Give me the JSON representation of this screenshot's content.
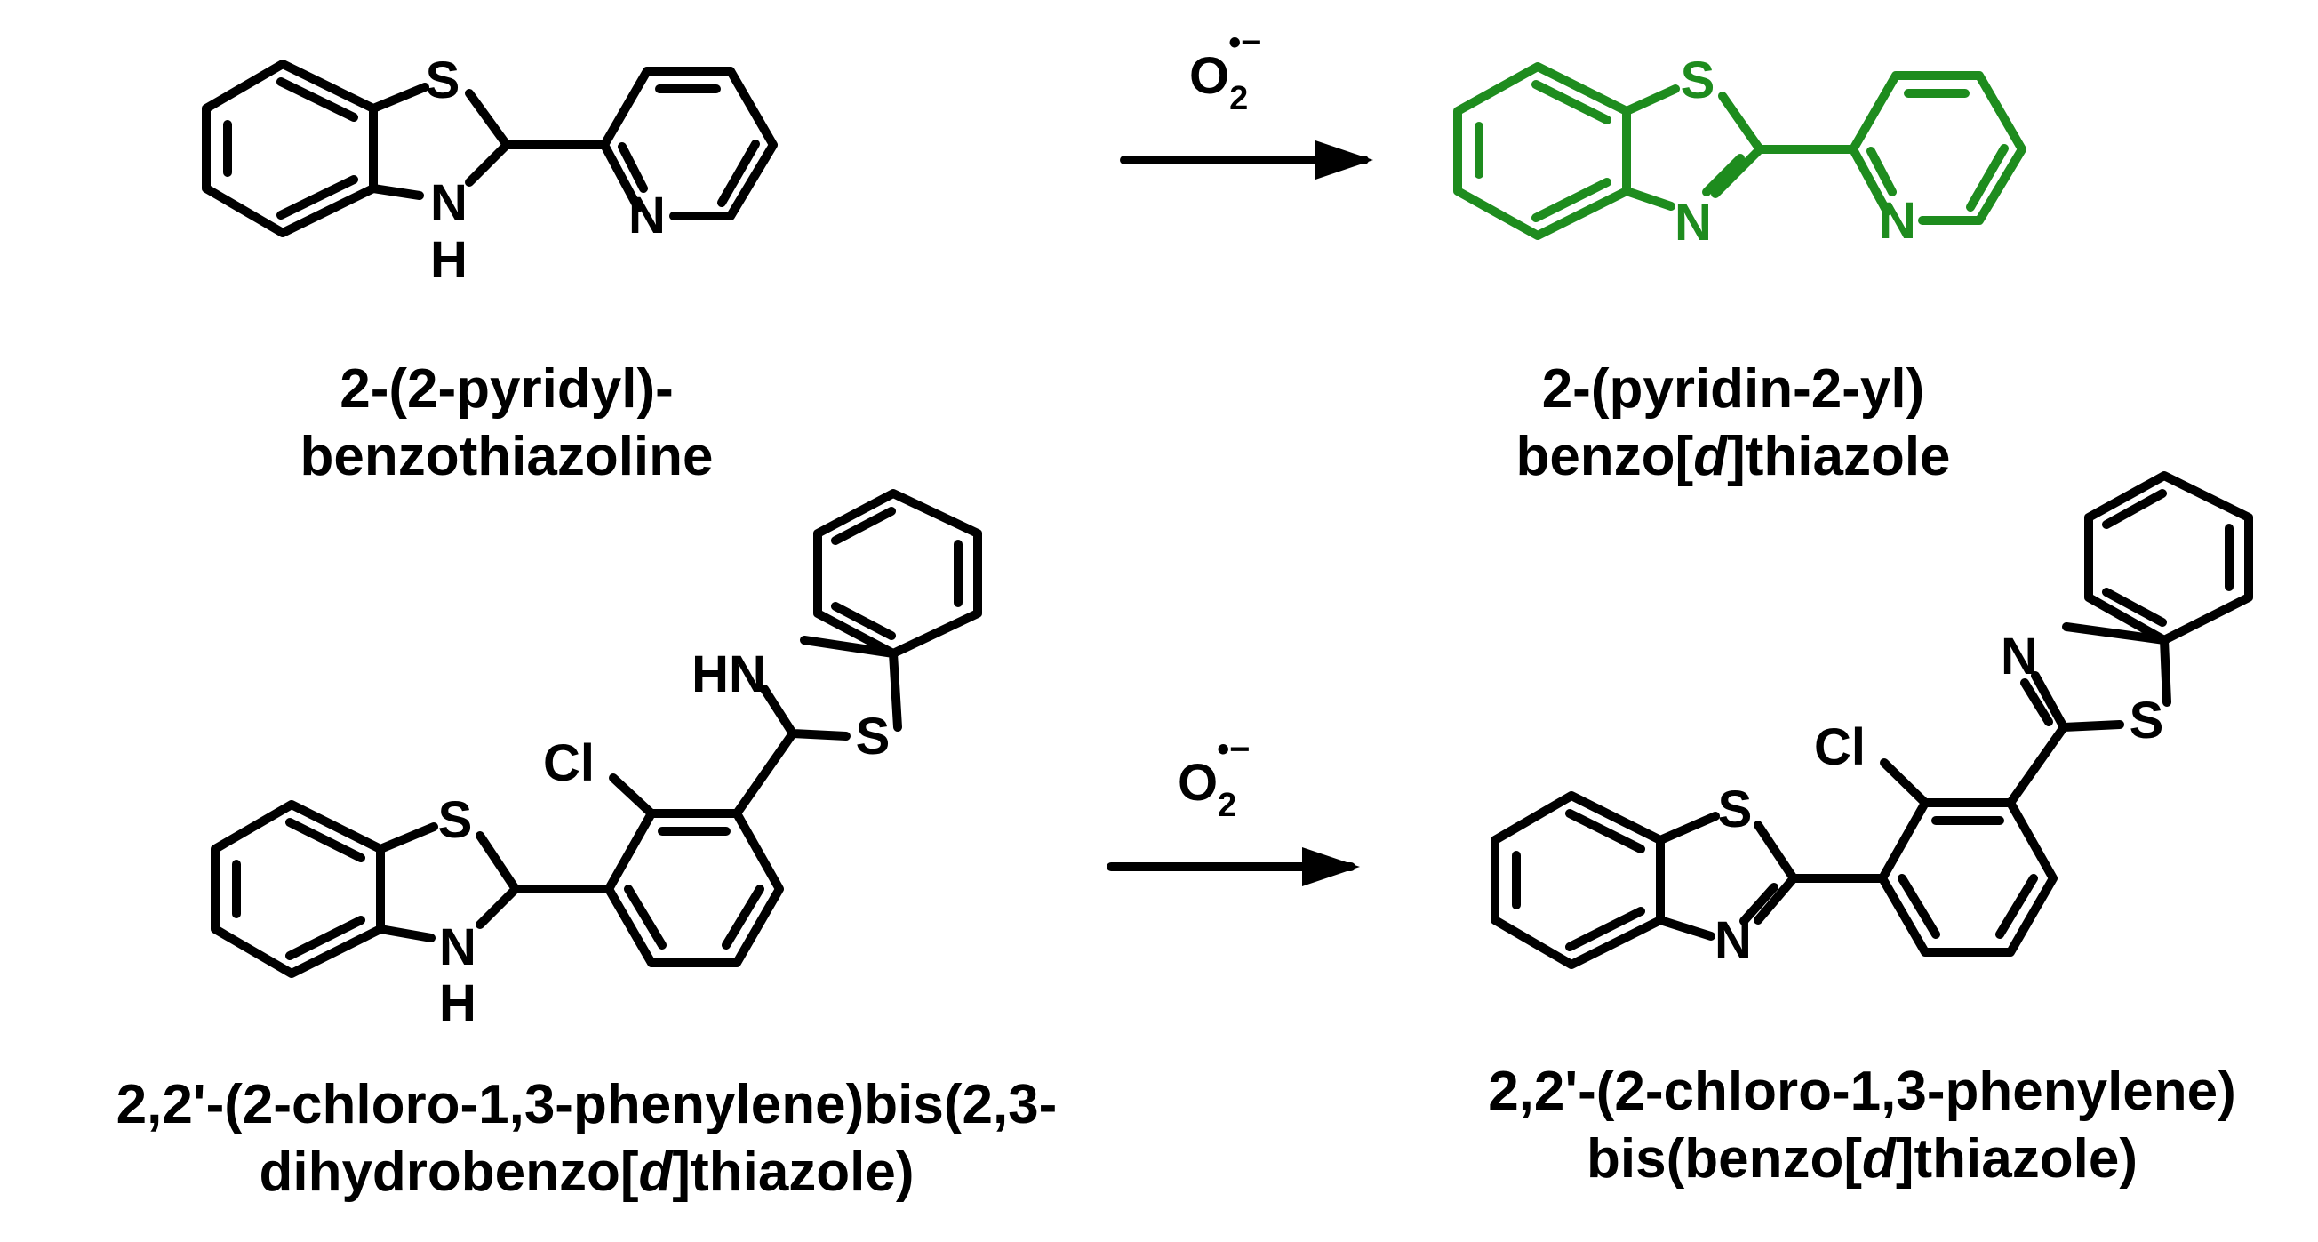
{
  "reactions": [
    {
      "reagent": {
        "base": "O",
        "subscript": "2",
        "superscript": "•−"
      },
      "reactant": {
        "atoms": {
          "S": "S",
          "N": "N",
          "H": "H",
          "N_pyridine": "N"
        },
        "name_line1": "2-(2-pyridyl)-",
        "name_line2": "benzothiazoline"
      },
      "product": {
        "color": "#1e8c1e",
        "atoms": {
          "S": "S",
          "N": "N",
          "N_pyridine": "N"
        },
        "name_line1": "2-(pyridin-2-yl)",
        "name_line2_pre": "benzo[",
        "name_line2_italic": "d",
        "name_line2_post": "]thiazole"
      }
    },
    {
      "reagent": {
        "base": "O",
        "subscript": "2",
        "superscript": "•−"
      },
      "reactant": {
        "atoms": {
          "S_left": "S",
          "N_left": "N",
          "H_left": "H",
          "Cl": "Cl",
          "HN_right": "HN",
          "S_right": "S"
        },
        "name_line1": "2,2'-(2-chloro-1,3-phenylene)bis(2,3-",
        "name_line2_pre": "dihydrobenzo[",
        "name_line2_italic": "d",
        "name_line2_post": "]thiazole)"
      },
      "product": {
        "atoms": {
          "S_left": "S",
          "N_left": "N",
          "Cl": "Cl",
          "N_right": "N",
          "S_right": "S"
        },
        "name_line1": "2,2'-(2-chloro-1,3-phenylene)",
        "name_line2_pre": "bis(benzo[",
        "name_line2_italic": "d",
        "name_line2_post": "]thiazole)"
      }
    }
  ]
}
